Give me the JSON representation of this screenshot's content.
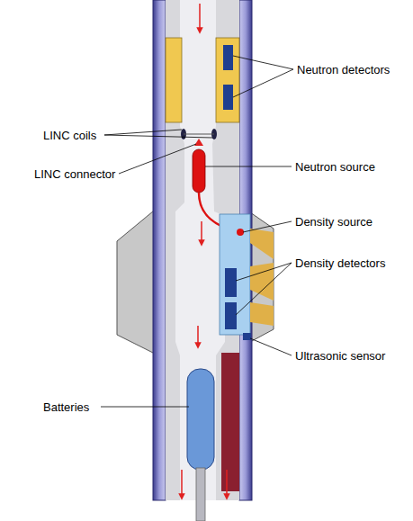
{
  "diagram": {
    "labels": [
      "Neutron detectors",
      "LINC coils",
      "LINC connector",
      "Neutron source",
      "Density source",
      "Density detectors",
      "Ultrasonic sensor",
      "Batteries"
    ]
  }
}
